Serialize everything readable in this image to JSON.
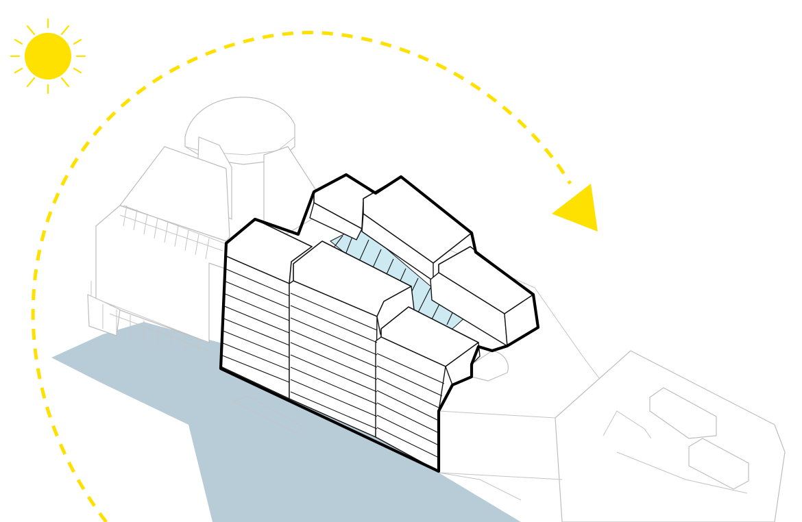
{
  "diagram": {
    "type": "axonometric site diagram",
    "elements": {
      "sun": {
        "icon": "sun-icon"
      },
      "sun_path": {
        "icon": "dashed-arc-arrow"
      },
      "building": {
        "shape": "stepped volumes"
      },
      "courtyard": {
        "shape": "glazed atrium"
      },
      "water": {
        "shape": "river edge"
      },
      "context": {
        "shape": "surrounding buildings"
      }
    }
  },
  "colors": {
    "sun": "#ffe100",
    "sun_path": "#ffe100",
    "water": "#b8ccd8",
    "glass": "#cdeaf2",
    "building_outline": "#000000",
    "context_lines": "#bdbdbd",
    "background": "#ffffff"
  }
}
